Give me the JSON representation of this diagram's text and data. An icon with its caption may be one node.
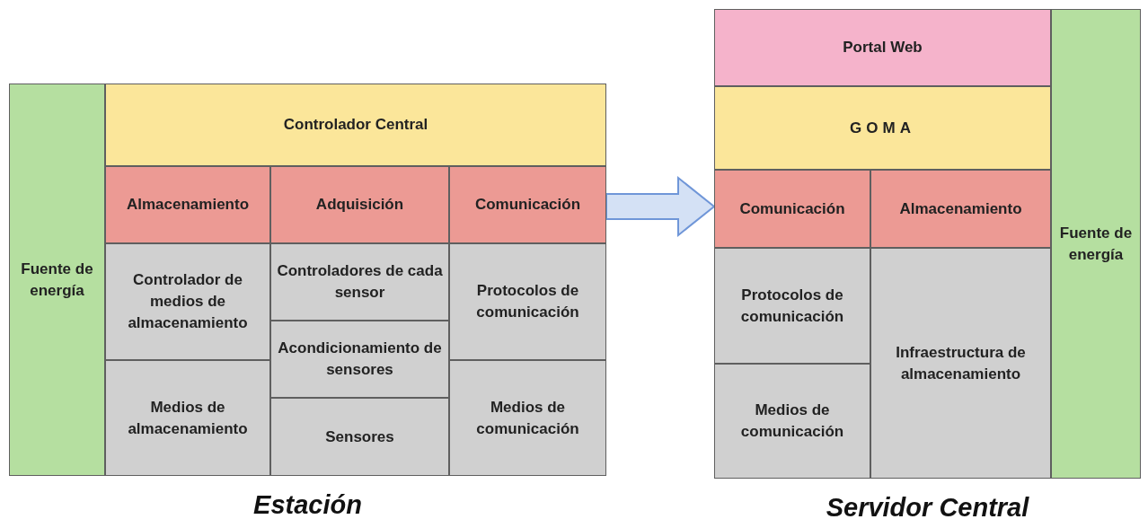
{
  "diagram": {
    "nodes": [
      {
        "text": [
          "Estación"
        ]
      },
      {
        "text": [
          "Fuente de energía"
        ],
        "in": 0
      },
      {
        "text": [
          "Controlador Central"
        ],
        "in": 0
      },
      {
        "text": [
          "Almacenamiento"
        ],
        "in": 0
      },
      {
        "text": [
          "Adquisición"
        ],
        "in": 0
      },
      {
        "text": [
          "Comunicación"
        ],
        "in": 0
      },
      {
        "text": [
          "Controlador de medios de almacenamiento"
        ],
        "in": 0
      },
      {
        "text": [
          "Controladores de cada sensor"
        ],
        "in": 0
      },
      {
        "text": [
          "Protocolos de comunicación"
        ],
        "in": 0
      },
      {
        "text": [
          "Acondicionamiento de sensores"
        ],
        "in": 0
      },
      {
        "text": [
          "Medios de almacenamiento"
        ],
        "in": 0
      },
      {
        "text": [
          "Medios de comunicación"
        ],
        "in": 0
      },
      {
        "text": [
          "Sensores"
        ],
        "in": 0
      },
      {
        "text": [
          "Servidor Central"
        ]
      },
      {
        "text": [
          "Portal Web"
        ],
        "in": 13
      },
      {
        "text": [
          "GOMA"
        ],
        "in": 13
      },
      {
        "text": [
          "Comunicación"
        ],
        "in": 13
      },
      {
        "text": [
          "Almacenamiento"
        ],
        "in": 13
      },
      {
        "text": [
          "Fuente de energía"
        ],
        "in": 13
      },
      {
        "text": [
          "Protocolos de comunicación"
        ],
        "in": 13
      },
      {
        "text": [
          "Infraestructura de almacenamiento"
        ],
        "in": 13
      },
      {
        "text": [
          "Medios de comunicación"
        ],
        "in": 13
      }
    ],
    "edges": [
      {
        "from": 5,
        "to": 16,
        "arrow": "to"
      }
    ]
  }
}
